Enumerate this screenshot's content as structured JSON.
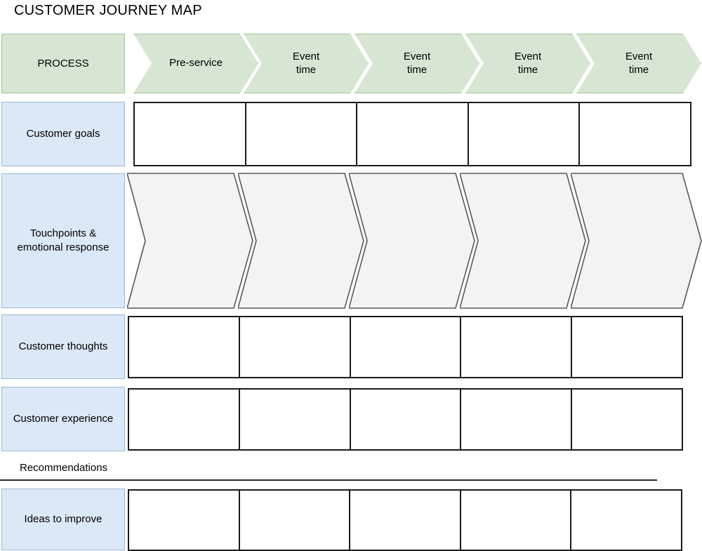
{
  "document": {
    "title": "CUSTOMER JOURNEY MAP"
  },
  "header": {
    "process_label": "PROCESS",
    "stages": [
      {
        "label": "Pre-service"
      },
      {
        "label": "Event\ntime"
      },
      {
        "label": "Event\ntime"
      },
      {
        "label": "Event\ntime"
      },
      {
        "label": "Event\ntime"
      }
    ]
  },
  "rows": [
    {
      "id": "customer-goals",
      "label": "Customer goals",
      "type": "cells",
      "columns": 5
    },
    {
      "id": "touchpoints",
      "label": "Touchpoints &\nemotional response",
      "type": "chevrons",
      "columns": 5
    },
    {
      "id": "customer-thoughts",
      "label": "Customer thoughts",
      "type": "cells",
      "columns": 5
    },
    {
      "id": "customer-experience",
      "label": "Customer experience",
      "type": "cells",
      "columns": 5
    }
  ],
  "recommendations": {
    "section_label": "Recommendations",
    "row": {
      "id": "ideas-to-improve",
      "label": "Ideas to improve",
      "type": "cells",
      "columns": 5
    }
  },
  "colors": {
    "header_fill": "#d7e6d2",
    "header_stroke": "#9fc296",
    "row_label_fill": "#dbe8f8",
    "row_label_stroke": "#9cb6d4",
    "chevron_fill": "#f3f3f3",
    "chevron_stroke": "#595959",
    "cell_stroke": "#1a1a1a",
    "text": "#000000",
    "background": "#ffffff"
  }
}
